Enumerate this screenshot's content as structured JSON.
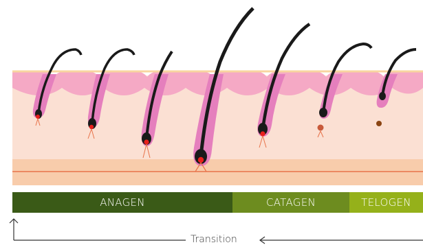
{
  "phases": [
    {
      "label": "ANAGEN",
      "color": "#3a5a17"
    },
    {
      "label": "CATAGEN",
      "color": "#6d8c1f"
    },
    {
      "label": "TELOGEN",
      "color": "#95b11a"
    }
  ],
  "transition_label": "Transition",
  "colors": {
    "skin_light": "#f9ddd0",
    "skin_pink": "#f3b3c4",
    "skin_surface": "#f5a9c5",
    "fat_layer": "#f8caa6",
    "fat_line": "#e8734a",
    "follicle": "#e57fbd",
    "hair": "#1a1a1a",
    "papilla": "#e8201c"
  }
}
